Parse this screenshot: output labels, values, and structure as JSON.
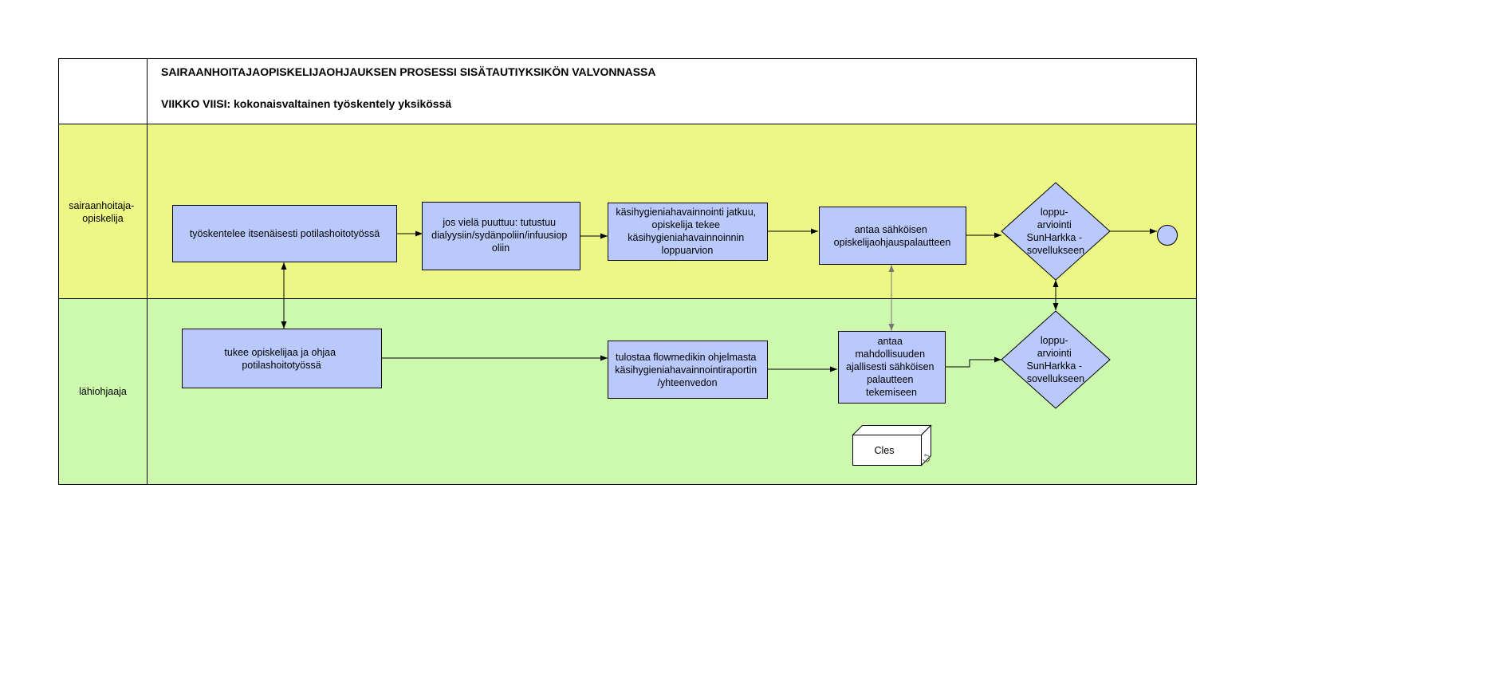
{
  "header": {
    "title": "SAIRAANHOITAJAOPISKELIJAOHJAUKSEN PROSESSI SISÄTAUTIYKSIKÖN VALVONNASSA",
    "subtitle": "VIIKKO VIISI: kokonaisvaltainen työskentely yksikössä"
  },
  "lanes": [
    {
      "label_lines": [
        "sairaanhoitaja-",
        "opiskelija"
      ],
      "color": "#ecf786"
    },
    {
      "label_lines": [
        "lähiohjaaja"
      ],
      "color": "#ccf9ae"
    }
  ],
  "nodes": {
    "s1": {
      "lines": [
        "työskentelee itsenäisesti potilashoitotyössä"
      ]
    },
    "s2": {
      "lines": [
        "jos vielä puuttuu: tutustuu",
        "dialyysiin/sydänpoliin/infuusiop",
        "oliin"
      ]
    },
    "s3": {
      "lines": [
        "käsihygieniahavainnointi jatkuu,",
        "opiskelija tekee",
        "käsihygieniahavainnoinnin",
        "loppuarvion"
      ]
    },
    "s4": {
      "lines": [
        "antaa sähköisen",
        "opiskelijaohjauspalautteen"
      ]
    },
    "s5": {
      "lines": [
        "loppu-",
        "arviointi",
        "SunHarkka -",
        "sovellukseen"
      ]
    },
    "l1": {
      "lines": [
        "tukee opiskelijaa ja ohjaa",
        "potilashoitotyössä"
      ]
    },
    "l2": {
      "lines": [
        "tulostaa flowmedikin ohjelmasta",
        "käsihygieniahavainnointiraportin",
        "/yhteenvedon"
      ]
    },
    "l3": {
      "lines": [
        "antaa",
        "mahdollisuuden",
        "ajallisesti sähköisen",
        "palautteen",
        "tekemiseen"
      ]
    },
    "l4": {
      "lines": [
        "loppu-",
        "arviointi",
        "SunHarkka -",
        "sovellukseen"
      ]
    },
    "system": {
      "lines": [
        "Cles"
      ]
    }
  },
  "colors": {
    "task_fill": "#b9c9fb",
    "end_event_fill": "#b9c9fb",
    "line": "#000000",
    "grey_connector": "#777777"
  }
}
